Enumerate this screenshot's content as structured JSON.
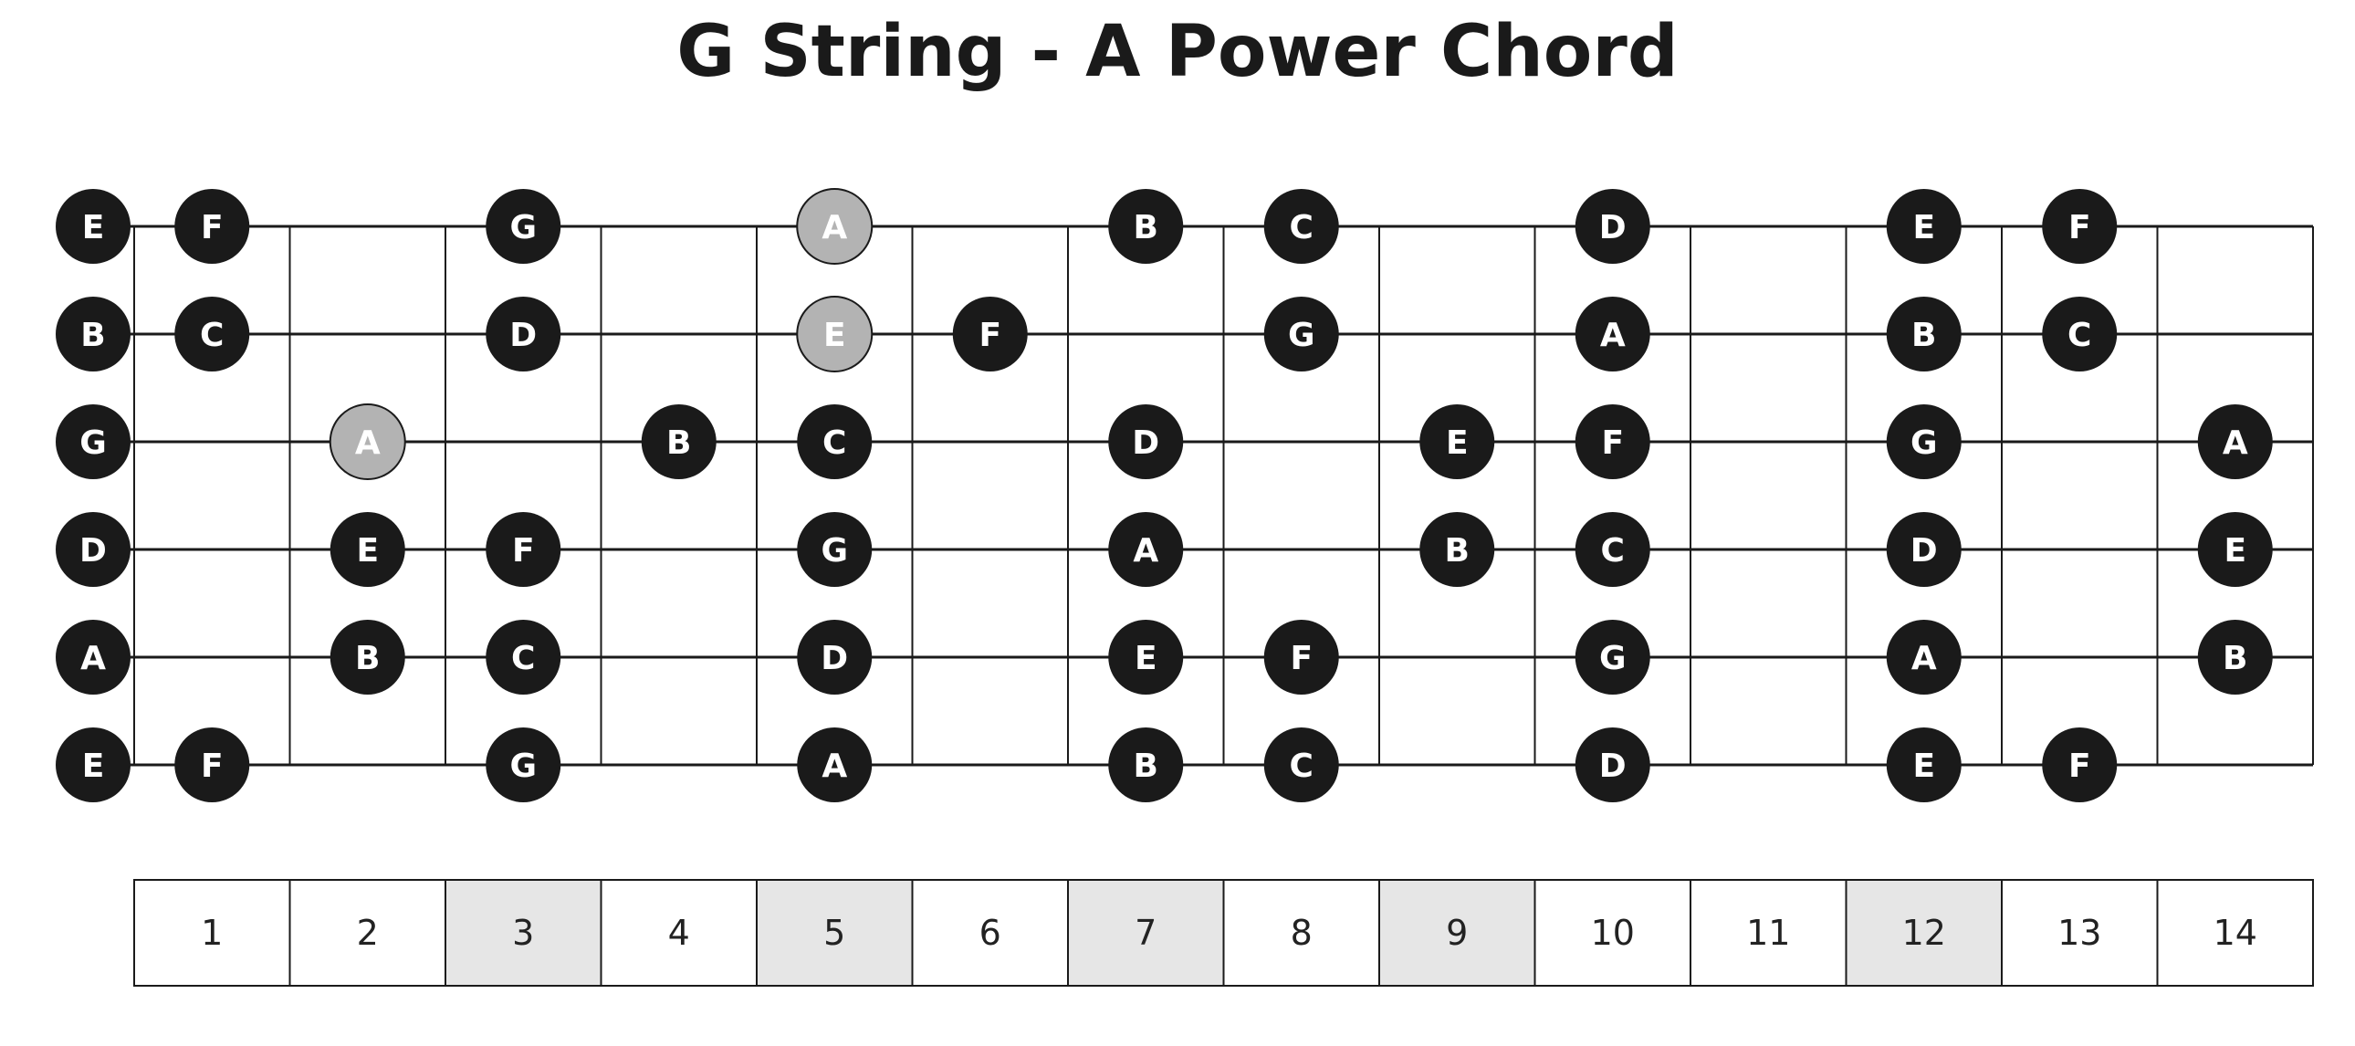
{
  "title": "G String - A Power Chord",
  "colors": {
    "note_fill": "#1a1a1a",
    "highlight_fill": "#b3b3b3",
    "marker_fill": "#e6e6e6",
    "line": "#1a1a1a"
  },
  "fretboard": {
    "strings": [
      "E",
      "B",
      "G",
      "D",
      "A",
      "E"
    ],
    "frets": [
      "1",
      "2",
      "3",
      "4",
      "5",
      "6",
      "7",
      "8",
      "9",
      "10",
      "11",
      "12",
      "13",
      "14"
    ],
    "marker_frets": [
      3,
      5,
      7,
      9,
      12
    ],
    "notes": [
      {
        "string": 0,
        "fret": 0,
        "label": "E"
      },
      {
        "string": 0,
        "fret": 1,
        "label": "F"
      },
      {
        "string": 0,
        "fret": 3,
        "label": "G"
      },
      {
        "string": 0,
        "fret": 5,
        "label": "A",
        "highlight": true
      },
      {
        "string": 0,
        "fret": 7,
        "label": "B"
      },
      {
        "string": 0,
        "fret": 8,
        "label": "C"
      },
      {
        "string": 0,
        "fret": 10,
        "label": "D"
      },
      {
        "string": 0,
        "fret": 12,
        "label": "E"
      },
      {
        "string": 0,
        "fret": 13,
        "label": "F"
      },
      {
        "string": 1,
        "fret": 0,
        "label": "B"
      },
      {
        "string": 1,
        "fret": 1,
        "label": "C"
      },
      {
        "string": 1,
        "fret": 3,
        "label": "D"
      },
      {
        "string": 1,
        "fret": 5,
        "label": "E",
        "highlight": true
      },
      {
        "string": 1,
        "fret": 6,
        "label": "F"
      },
      {
        "string": 1,
        "fret": 8,
        "label": "G"
      },
      {
        "string": 1,
        "fret": 10,
        "label": "A"
      },
      {
        "string": 1,
        "fret": 12,
        "label": "B"
      },
      {
        "string": 1,
        "fret": 13,
        "label": "C"
      },
      {
        "string": 2,
        "fret": 0,
        "label": "G"
      },
      {
        "string": 2,
        "fret": 2,
        "label": "A",
        "highlight": true
      },
      {
        "string": 2,
        "fret": 4,
        "label": "B"
      },
      {
        "string": 2,
        "fret": 5,
        "label": "C"
      },
      {
        "string": 2,
        "fret": 7,
        "label": "D"
      },
      {
        "string": 2,
        "fret": 9,
        "label": "E"
      },
      {
        "string": 2,
        "fret": 10,
        "label": "F"
      },
      {
        "string": 2,
        "fret": 12,
        "label": "G"
      },
      {
        "string": 2,
        "fret": 14,
        "label": "A"
      },
      {
        "string": 3,
        "fret": 0,
        "label": "D"
      },
      {
        "string": 3,
        "fret": 2,
        "label": "E"
      },
      {
        "string": 3,
        "fret": 3,
        "label": "F"
      },
      {
        "string": 3,
        "fret": 5,
        "label": "G"
      },
      {
        "string": 3,
        "fret": 7,
        "label": "A"
      },
      {
        "string": 3,
        "fret": 9,
        "label": "B"
      },
      {
        "string": 3,
        "fret": 10,
        "label": "C"
      },
      {
        "string": 3,
        "fret": 12,
        "label": "D"
      },
      {
        "string": 3,
        "fret": 14,
        "label": "E"
      },
      {
        "string": 4,
        "fret": 0,
        "label": "A"
      },
      {
        "string": 4,
        "fret": 2,
        "label": "B"
      },
      {
        "string": 4,
        "fret": 3,
        "label": "C"
      },
      {
        "string": 4,
        "fret": 5,
        "label": "D"
      },
      {
        "string": 4,
        "fret": 7,
        "label": "E"
      },
      {
        "string": 4,
        "fret": 8,
        "label": "F"
      },
      {
        "string": 4,
        "fret": 10,
        "label": "G"
      },
      {
        "string": 4,
        "fret": 12,
        "label": "A"
      },
      {
        "string": 4,
        "fret": 14,
        "label": "B"
      },
      {
        "string": 5,
        "fret": 0,
        "label": "E"
      },
      {
        "string": 5,
        "fret": 1,
        "label": "F"
      },
      {
        "string": 5,
        "fret": 3,
        "label": "G"
      },
      {
        "string": 5,
        "fret": 5,
        "label": "A"
      },
      {
        "string": 5,
        "fret": 7,
        "label": "B"
      },
      {
        "string": 5,
        "fret": 8,
        "label": "C"
      },
      {
        "string": 5,
        "fret": 10,
        "label": "D"
      },
      {
        "string": 5,
        "fret": 12,
        "label": "E"
      },
      {
        "string": 5,
        "fret": 13,
        "label": "F"
      }
    ]
  }
}
